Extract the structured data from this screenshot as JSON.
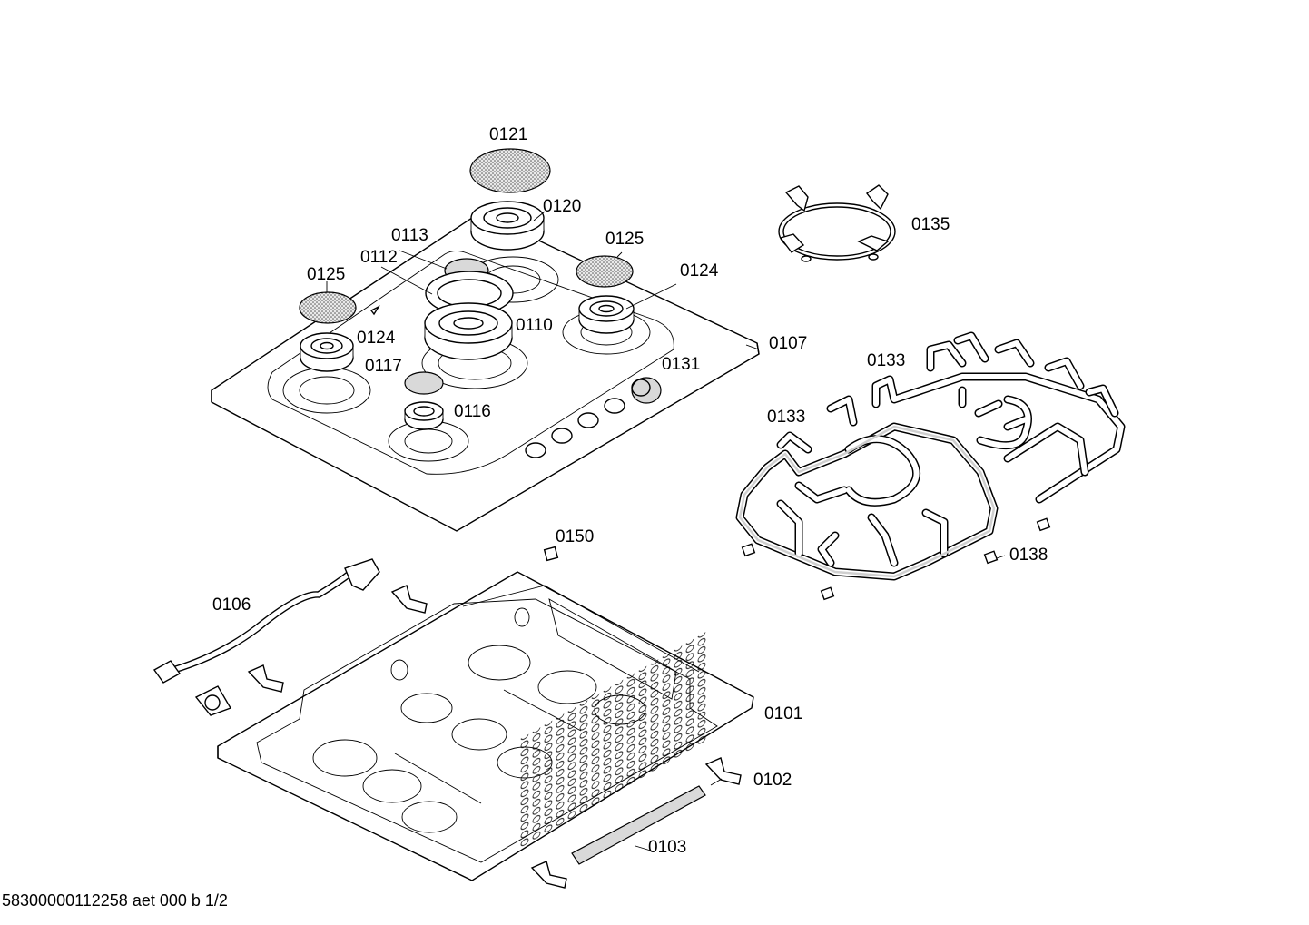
{
  "diagram": {
    "labels": {
      "p0121": "0121",
      "p0120": "0120",
      "p0113": "0113",
      "p0112": "0112",
      "p0125_right": "0125",
      "p0125_left": "0125",
      "p0124_right": "0124",
      "p0124_left": "0124",
      "p0110": "0110",
      "p0117": "0117",
      "p0116": "0116",
      "p0131": "0131",
      "p0107": "0107",
      "p0135": "0135",
      "p0133_top": "0133",
      "p0133_left": "0133",
      "p0138": "0138",
      "p0150": "0150",
      "p0106": "0106",
      "p0101": "0101",
      "p0102": "0102",
      "p0103": "0103"
    },
    "footer": "58300000112258 aet 000 b 1/2"
  }
}
